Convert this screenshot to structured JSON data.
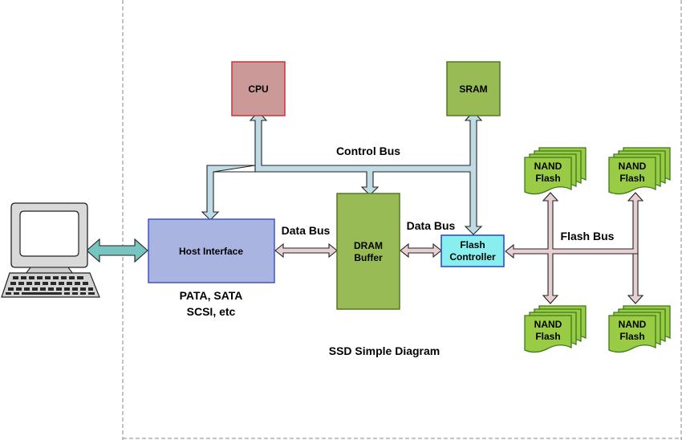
{
  "diagram": {
    "caption": "SSD Simple Diagram",
    "blocks": {
      "cpu": "CPU",
      "sram": "SRAM",
      "host_interface": "Host Interface",
      "dram_line1": "DRAM",
      "dram_line2": "Buffer",
      "flash_ctrl_line1": "Flash",
      "flash_ctrl_line2": "Controller"
    },
    "bus_labels": {
      "control_bus": "Control Bus",
      "data_bus_left": "Data Bus",
      "data_bus_right": "Data Bus",
      "flash_bus": "Flash Bus"
    },
    "interface_note": {
      "line1": "PATA, SATA",
      "line2": "SCSI, etc"
    },
    "nand": {
      "line1": "NAND",
      "line2": "Flash"
    },
    "colors": {
      "cpu_fill": "#cc9999",
      "cpu_border": "#cc3333",
      "green_fill": "#99bb55",
      "green_border": "#557722",
      "host_fill": "#aab4e0",
      "host_border": "#4455bb",
      "flash_ctrl_fill": "#88eeee",
      "flash_ctrl_border": "#2244cc",
      "control_bus": "#bfdce6",
      "data_bus": "#e8cfd2",
      "host_link": "#77c4c0",
      "nand_fill": "#99cc44"
    }
  }
}
